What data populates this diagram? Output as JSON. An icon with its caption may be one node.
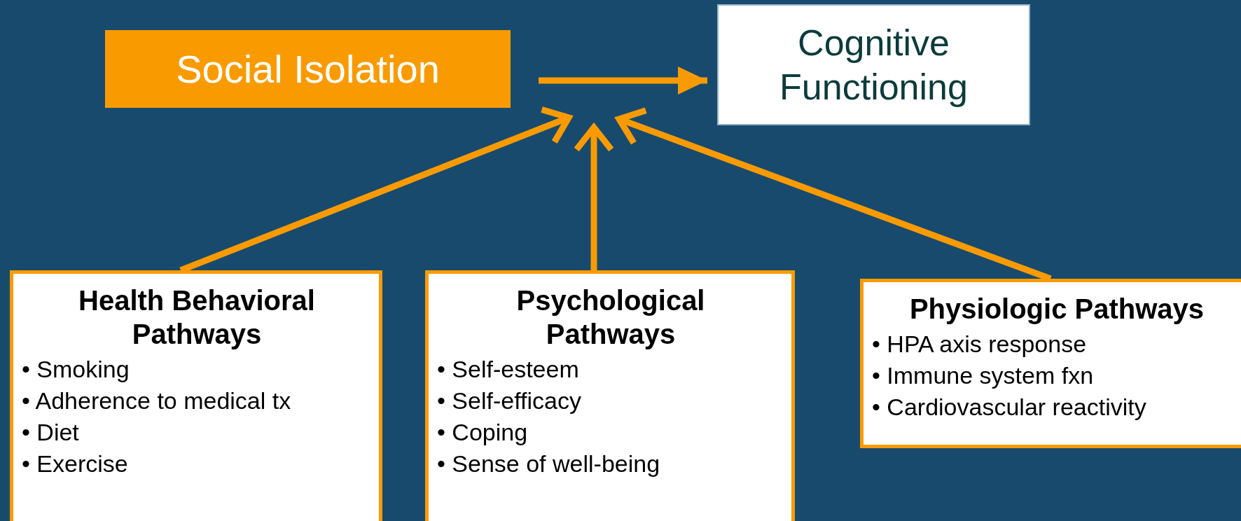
{
  "diagram": {
    "nodes": [
      {
        "text": [
          "Social Isolation"
        ]
      },
      {
        "text": [
          "Cognitive Functioning"
        ]
      },
      {
        "text": [
          "Health Behavioral Pathways",
          "• Smoking",
          "• Adherence to medical tx",
          "• Diet",
          "• Exercise"
        ]
      },
      {
        "text": [
          "Psychological Pathways",
          "• Self-esteem",
          "• Self-efficacy",
          "• Coping",
          "• Sense of well-being"
        ]
      },
      {
        "text": [
          "Physiologic Pathways",
          "• HPA axis response",
          "• Immune system fxn",
          "• Cardiovascular reactivity"
        ]
      }
    ],
    "edges": [
      {
        "from": 0,
        "to": 1,
        "arrow": "to"
      },
      {
        "from": 2,
        "to": null,
        "arrow": "to"
      },
      {
        "from": 3,
        "to": null,
        "arrow": "to"
      },
      {
        "from": 4,
        "to": null,
        "arrow": "to"
      }
    ]
  }
}
